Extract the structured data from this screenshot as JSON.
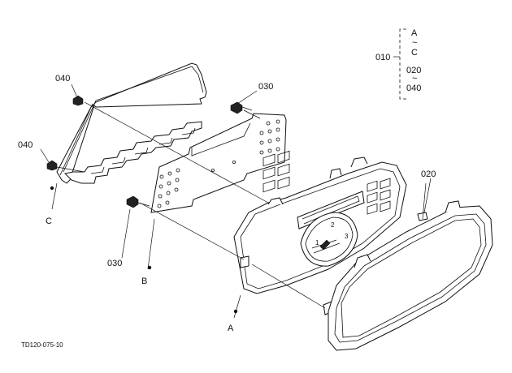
{
  "callouts": {
    "bolt_upper": "040",
    "bolt_lower": "040",
    "screw_upper": "030",
    "screw_lower": "030",
    "cover": "020",
    "ref_a": "A",
    "ref_b": "B",
    "ref_c": "C"
  },
  "range_bracket": {
    "code": "010",
    "from": "A",
    "to": "C",
    "from2": "020",
    "to2": "040",
    "tilde": "~"
  },
  "gauge_ticks": [
    "1",
    "2",
    "3"
  ],
  "footer": {
    "figure_id": "TD120-075-10"
  }
}
